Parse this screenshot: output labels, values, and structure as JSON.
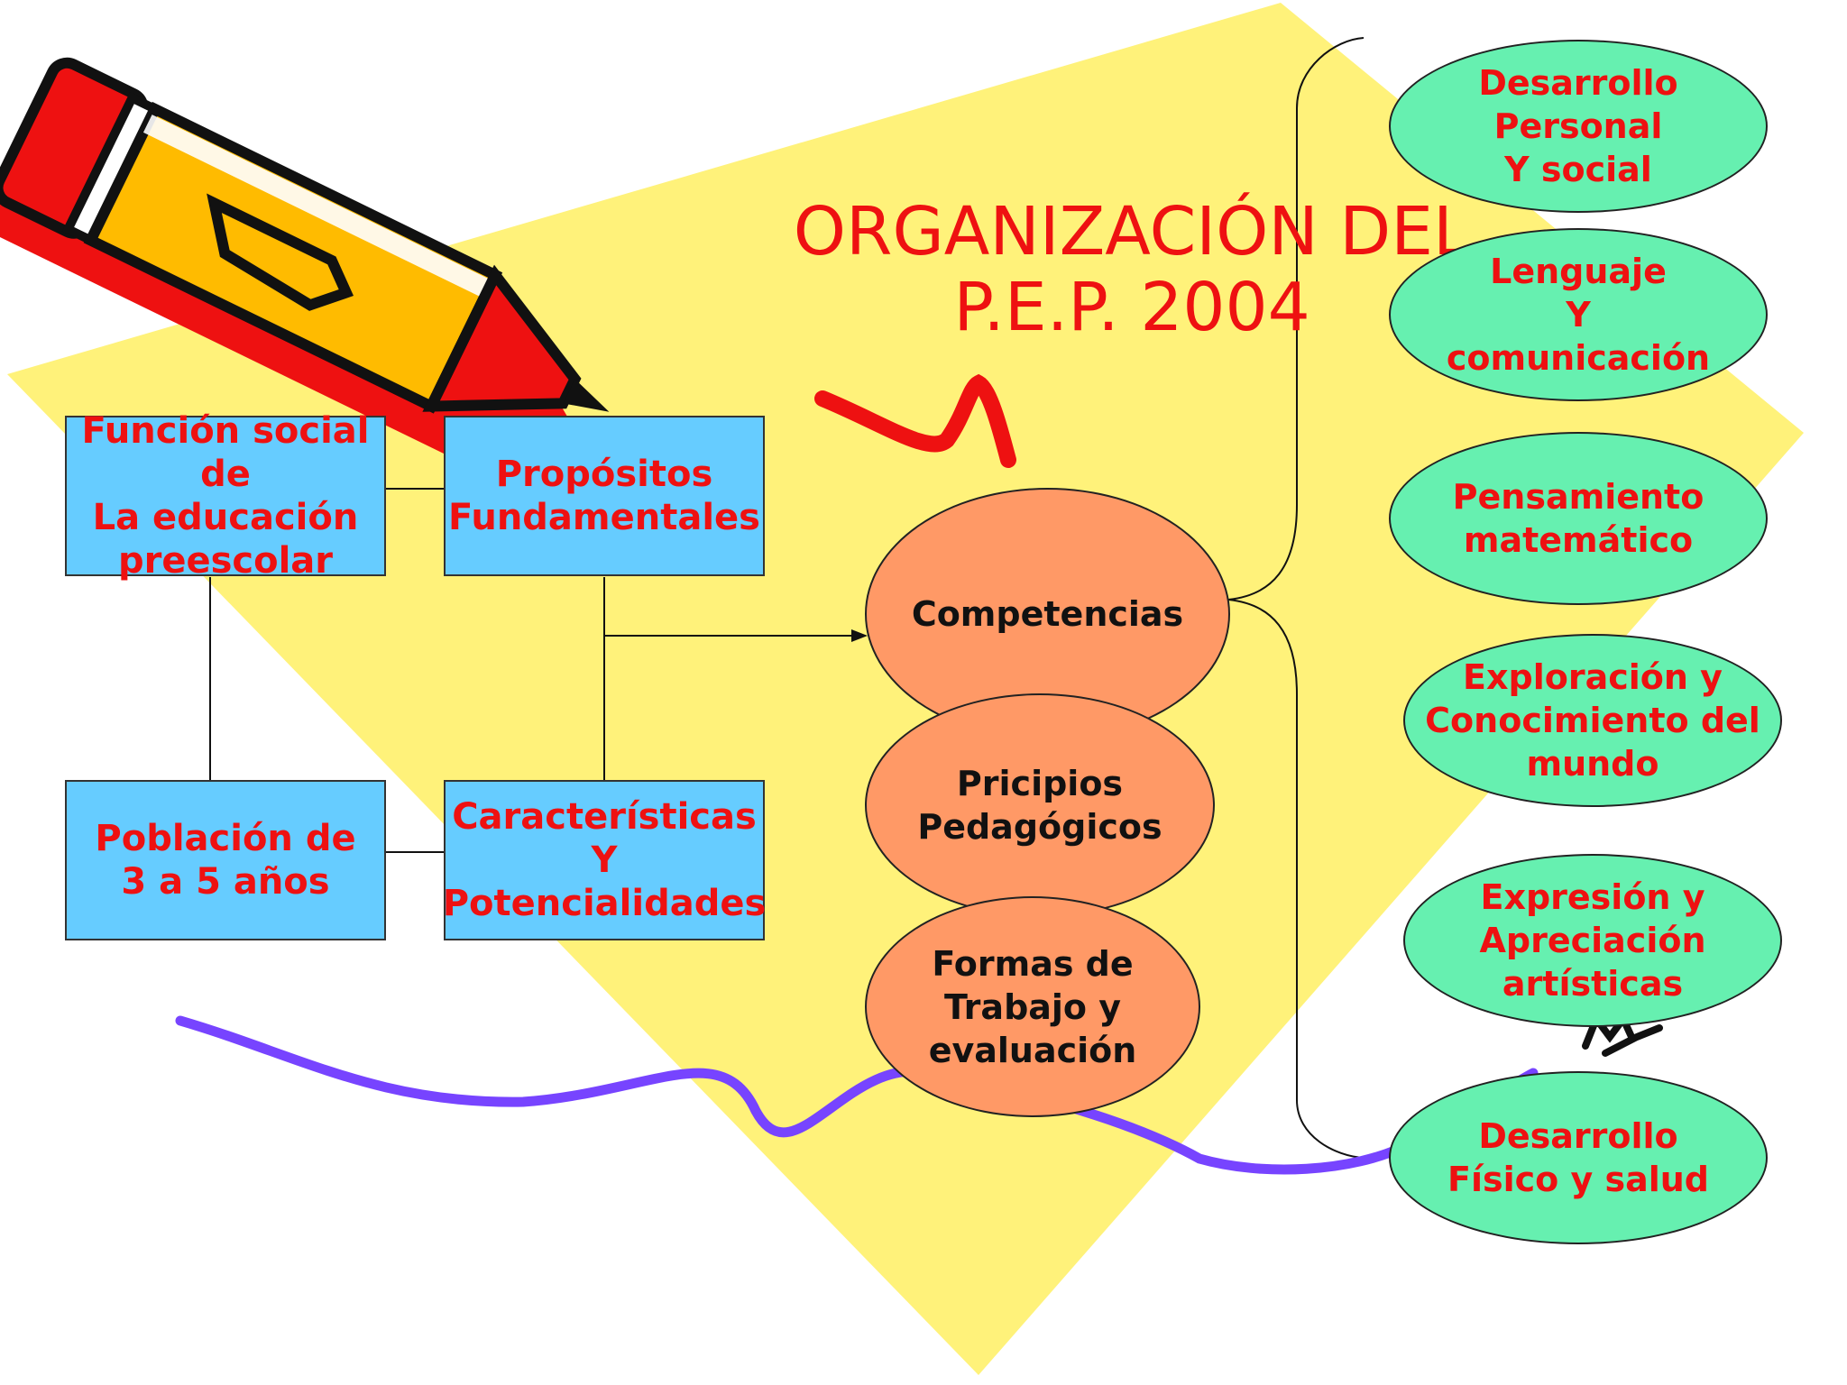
{
  "title": "ORGANIZACIÓN DEL\nP.E.P. 2004",
  "boxes": {
    "funcion_social": "Función social de\nLa educación\npreescolar",
    "propositos": "Propósitos\nFundamentales",
    "poblacion": "Población de\n3 a 5 años",
    "caracteristicas": "Características\nY\nPotencialidades"
  },
  "center_ovals": {
    "competencias": "Competencias",
    "principios": "Pricipios\nPedagógicos",
    "formas": "Formas de\nTrabajo y\nevaluación"
  },
  "fields": [
    "Desarrollo Personal\nY social",
    "Lenguaje\nY\ncomunicación",
    "Pensamiento\nmatemático",
    "Exploración y\nConocimiento del\nmundo",
    "Expresión y\nApreciación\nartísticas",
    "Desarrollo\nFísico y salud"
  ],
  "colors": {
    "background_shape": "#fff27a",
    "box_fill": "#66ccff",
    "orange_oval": "#ff9966",
    "green_oval": "#66f0b0",
    "text_red": "#ee1111",
    "purple_line": "#7744ff"
  },
  "decorations": [
    "pencil-icon",
    "red-squiggle",
    "purple-squiggle"
  ]
}
